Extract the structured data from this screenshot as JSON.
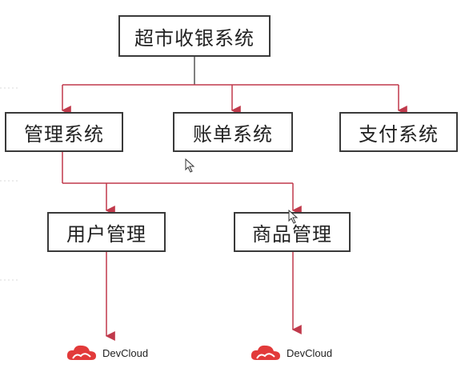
{
  "diagram": {
    "root": "超市收银系统",
    "level1": [
      "管理系统",
      "账单系统",
      "支付系统"
    ],
    "level2": [
      "用户管理",
      "商品管理"
    ]
  },
  "watermark": {
    "brand": "DevCloud"
  },
  "colors": {
    "edge": "#c0394b",
    "root_edge": "#555555",
    "box_border": "#3a3a3a",
    "logo": "#e23a3a"
  },
  "icons": [
    "cloud-logo-icon",
    "mouse-cursor-icon"
  ]
}
